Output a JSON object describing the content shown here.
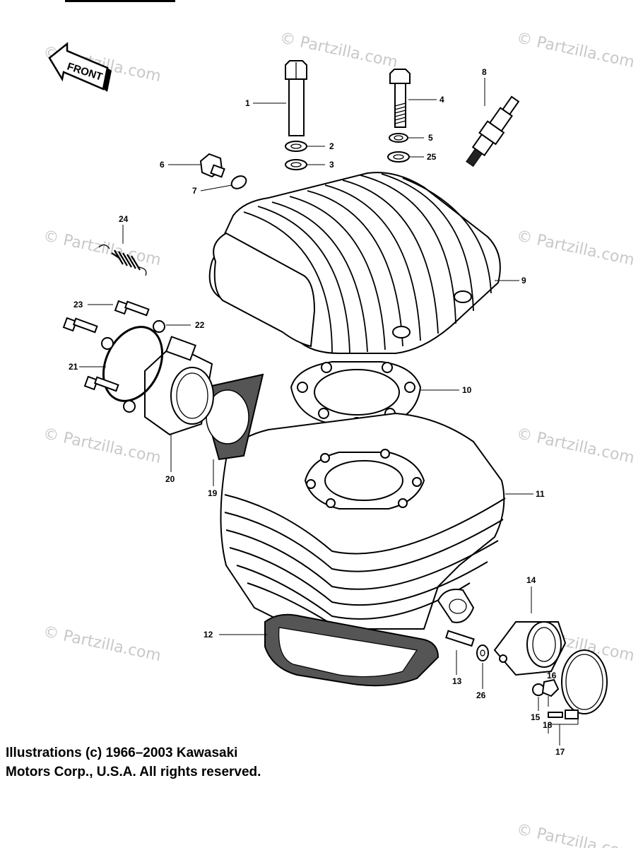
{
  "diagram": {
    "front_label": "FRONT",
    "watermark": "© Partzilla.com",
    "callouts": [
      {
        "id": "c1",
        "label": "1"
      },
      {
        "id": "c2",
        "label": "2"
      },
      {
        "id": "c3",
        "label": "3"
      },
      {
        "id": "c4",
        "label": "4"
      },
      {
        "id": "c5",
        "label": "5"
      },
      {
        "id": "c6",
        "label": "6"
      },
      {
        "id": "c7",
        "label": "7"
      },
      {
        "id": "c8",
        "label": "8"
      },
      {
        "id": "c9",
        "label": "9"
      },
      {
        "id": "c10",
        "label": "10"
      },
      {
        "id": "c11",
        "label": "11"
      },
      {
        "id": "c12",
        "label": "12"
      },
      {
        "id": "c13",
        "label": "13"
      },
      {
        "id": "c14",
        "label": "14"
      },
      {
        "id": "c15",
        "label": "15"
      },
      {
        "id": "c16",
        "label": "16"
      },
      {
        "id": "c17",
        "label": "17"
      },
      {
        "id": "c18",
        "label": "18"
      },
      {
        "id": "c19",
        "label": "19"
      },
      {
        "id": "c20",
        "label": "20"
      },
      {
        "id": "c21",
        "label": "21"
      },
      {
        "id": "c22",
        "label": "22"
      },
      {
        "id": "c23",
        "label": "23"
      },
      {
        "id": "c24",
        "label": "24"
      },
      {
        "id": "c25",
        "label": "25"
      },
      {
        "id": "c26",
        "label": "26"
      }
    ]
  },
  "footer": {
    "line1": "Illustrations (c) 1966–2003 Kawasaki",
    "line2": "Motors Corp., U.S.A.  All rights reserved."
  }
}
